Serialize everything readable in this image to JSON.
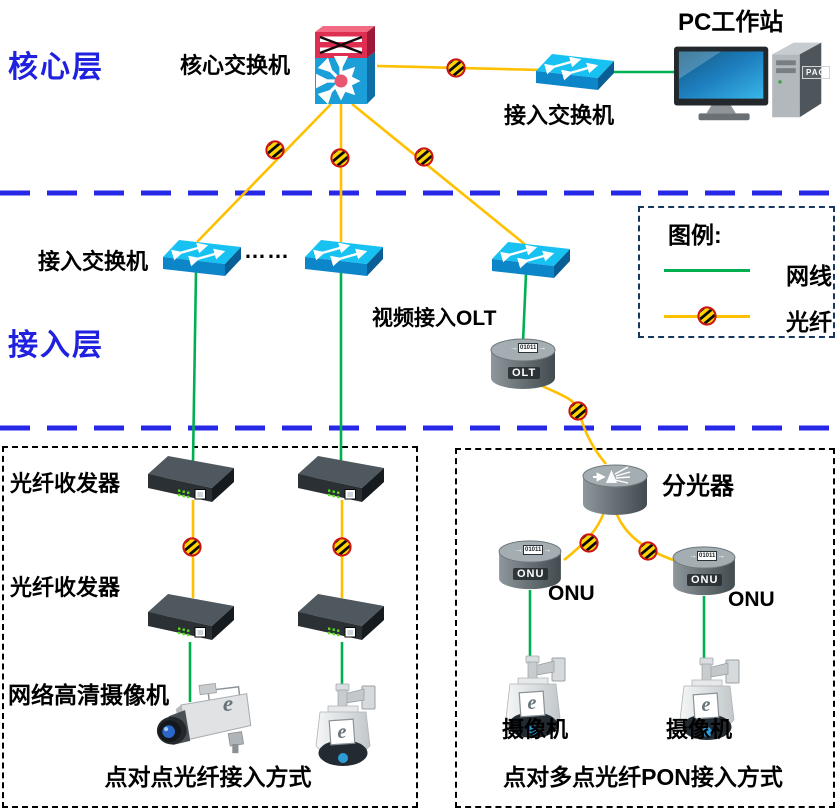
{
  "diagram": {
    "layer_labels": {
      "core": "核心层",
      "access": "接入层"
    },
    "labels": {
      "core_switch": "核心交换机",
      "top_access_switch": "接入交换机",
      "pc_workstation": "PC工作站",
      "left_access_switch": "接入交换机",
      "ellipsis": "……",
      "video_olt": "视频接入OLT",
      "splitter": "分光器",
      "fiber_transceiver_1": "光纤收发器",
      "fiber_transceiver_2": "光纤收发器",
      "hd_ip_camera": "网络高清摄像机",
      "onu_left": "ONU",
      "onu_right": "ONU",
      "camera_left": "摄像机",
      "camera_right": "摄像机"
    },
    "device_text": {
      "olt": "OLT",
      "onu": "ONU",
      "pc_badge": "PAG"
    },
    "captions": {
      "left_box": "点对点光纤接入方式",
      "right_box": "点对多点光纤PON接入方式"
    },
    "legend": {
      "title": "图例:",
      "items": [
        {
          "label": "网线",
          "type": "ethernet",
          "color": "#00B050"
        },
        {
          "label": "光纤",
          "type": "fiber",
          "color": "#FFC000"
        }
      ]
    },
    "icons": {
      "binary_chip": "01011",
      "ie_logo": "e"
    },
    "colors": {
      "layer_label": "#2020DF",
      "divider_dashed": "#2727E8",
      "ethernet_line": "#00B050",
      "fiber_line": "#FFC000",
      "legend_border": "#17375E",
      "switch_body": "#0C86C8",
      "core_switch_red": "#DE2F52",
      "box_border": "#000000"
    }
  }
}
